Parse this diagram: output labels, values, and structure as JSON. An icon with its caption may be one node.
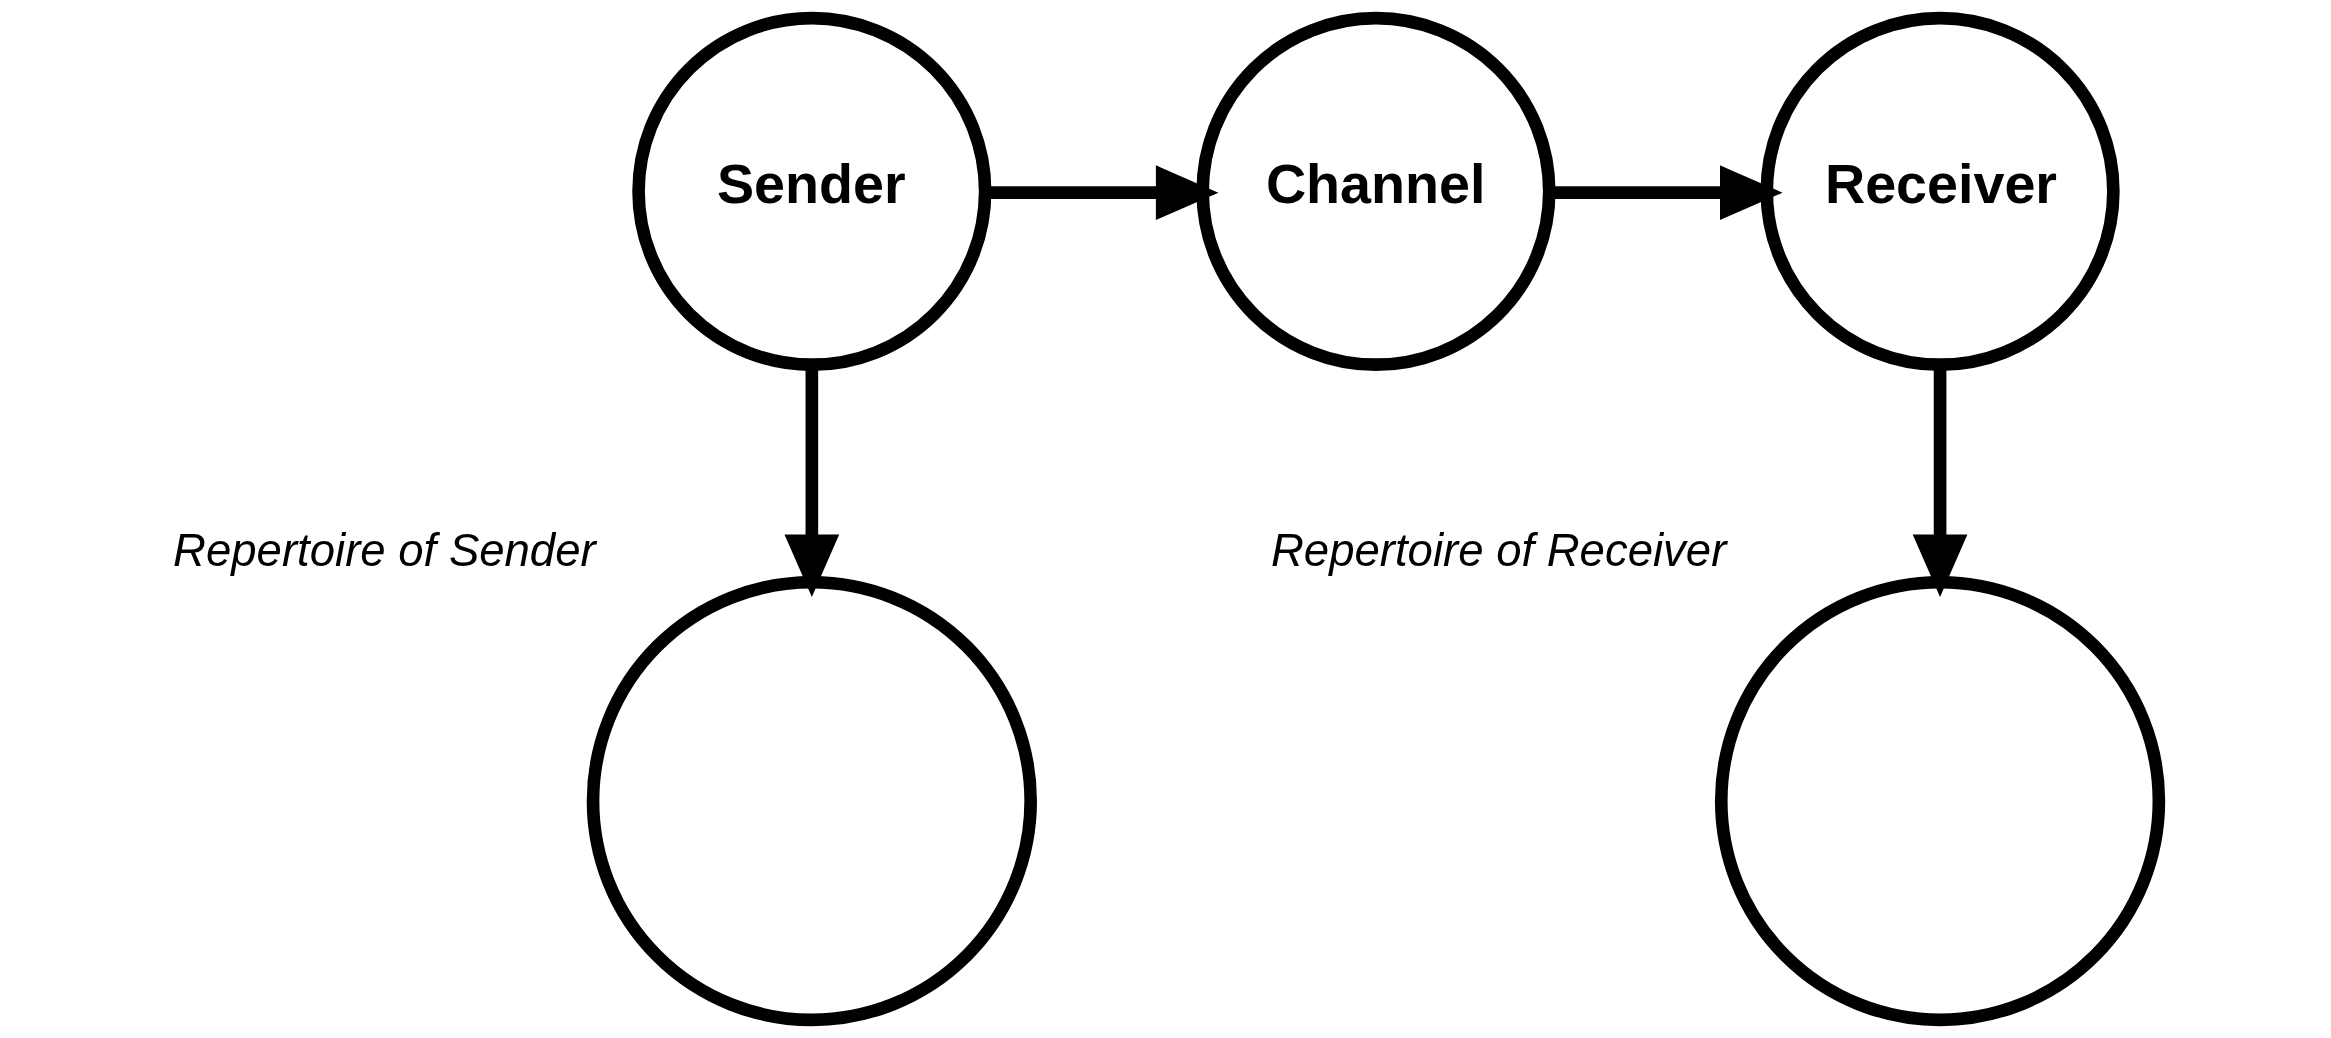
{
  "diagram": {
    "nodes": [
      {
        "text": [
          "Sender"
        ]
      },
      {
        "text": [
          "Channel"
        ]
      },
      {
        "text": [
          "Receiver"
        ]
      },
      {
        "text": [],
        "shape": "circle",
        "beside": [
          "Repertoire of Sender"
        ]
      },
      {
        "text": [],
        "shape": "circle",
        "beside": [
          "Repertoire of Receiver"
        ]
      }
    ],
    "edges": [
      {
        "from": 0,
        "to": 1,
        "arrow": "to"
      },
      {
        "from": 1,
        "to": 2,
        "arrow": "to"
      },
      {
        "from": 0,
        "to": 3,
        "arrow": "to"
      },
      {
        "from": 2,
        "to": 4,
        "arrow": "to"
      }
    ]
  }
}
